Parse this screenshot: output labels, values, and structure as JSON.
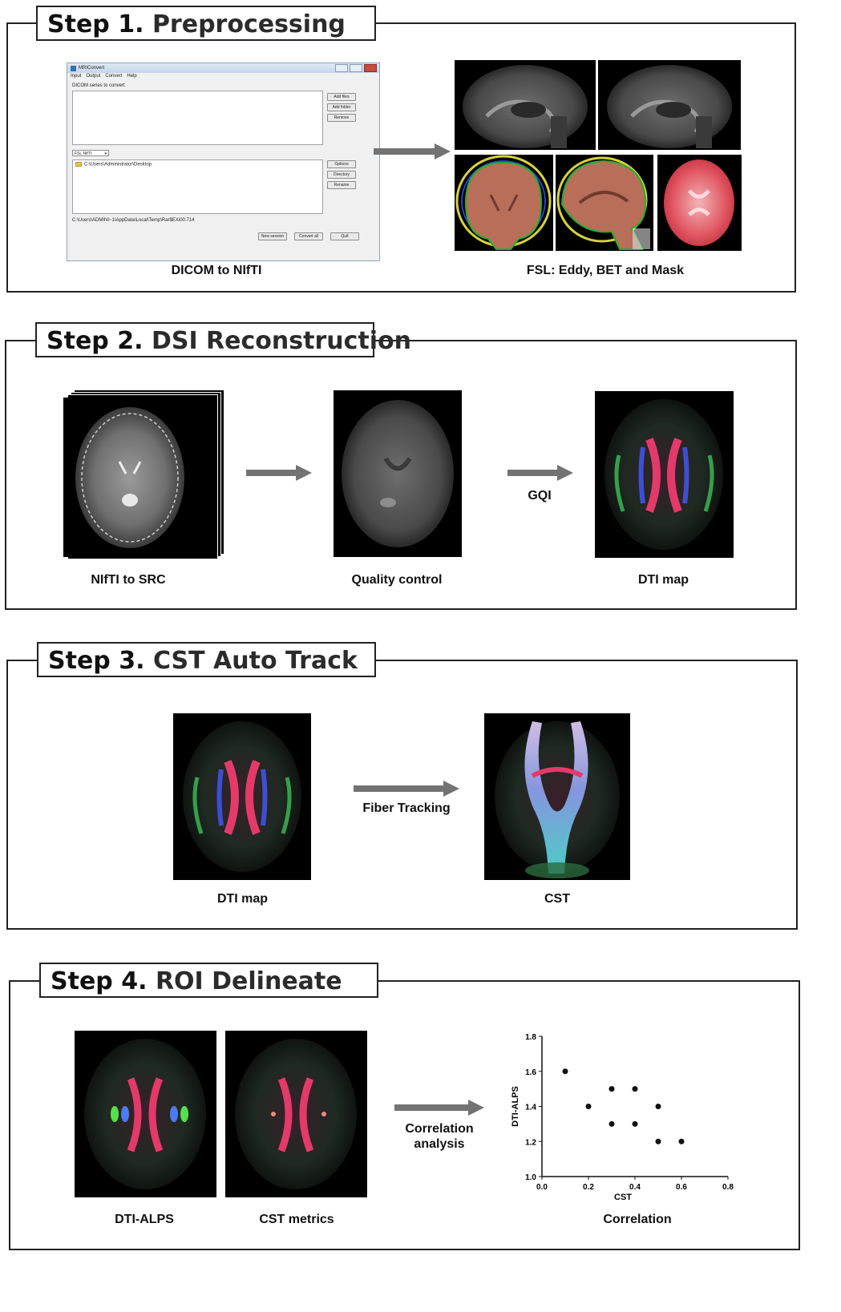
{
  "steps": [
    {
      "num": "Step 1.",
      "name": "Preprocessing"
    },
    {
      "num": "Step 2.",
      "name": "DSI Reconstruction"
    },
    {
      "num": "Step 3.",
      "name": "CST Auto Track"
    },
    {
      "num": "Step 4.",
      "name": "ROI Delineate"
    }
  ],
  "step1": {
    "caption_left": "DICOM to NIfTI",
    "caption_right": "FSL: Eddy, BET and Mask",
    "mriconvert": {
      "title": "MRIConvert",
      "menu": [
        "Input",
        "Output",
        "Convert",
        "Help"
      ],
      "series_label": "DICOM series to convert",
      "buttons_top": [
        "Add files",
        "Add folder",
        "Remove"
      ],
      "format": "FSL NIfTI",
      "output_dir": "C:\\Users\\Administrator\\Desktop",
      "buttons_mid": [
        "Options",
        "Directory",
        "Rename"
      ],
      "status_path": "C:\\Users\\ADMINI~1\\AppData\\Local\\Temp\\Rar$EXi00.714",
      "buttons_bottom": [
        "New session",
        "Convert all",
        "Quit"
      ]
    }
  },
  "step2": {
    "caption_1": "NIfTI to SRC",
    "caption_2": "Quality control",
    "caption_3": "DTI map",
    "arrow_label": "GQI"
  },
  "step3": {
    "caption_1": "DTI map",
    "caption_2": "CST",
    "arrow_label": "Fiber Tracking"
  },
  "step4": {
    "caption_1": "DTI-ALPS",
    "caption_2": "CST metrics",
    "caption_3": "Correlation",
    "arrow_label_1": "Correlation",
    "arrow_label_2": "analysis"
  },
  "colors": {
    "arrow": "#737373",
    "frame": "#222222"
  },
  "chart_data": {
    "type": "scatter",
    "xlabel": "CST",
    "ylabel": "DTI-ALPS",
    "xlim": [
      0.0,
      0.8
    ],
    "ylim": [
      1.0,
      1.8
    ],
    "xticks": [
      "0.0",
      "0.2",
      "0.4",
      "0.6",
      "0.8"
    ],
    "yticks": [
      "1.0",
      "1.2",
      "1.4",
      "1.6",
      "1.8"
    ],
    "points": [
      {
        "x": 0.1,
        "y": 1.6
      },
      {
        "x": 0.2,
        "y": 1.4
      },
      {
        "x": 0.3,
        "y": 1.5
      },
      {
        "x": 0.3,
        "y": 1.3
      },
      {
        "x": 0.4,
        "y": 1.5
      },
      {
        "x": 0.4,
        "y": 1.3
      },
      {
        "x": 0.5,
        "y": 1.4
      },
      {
        "x": 0.5,
        "y": 1.2
      },
      {
        "x": 0.6,
        "y": 1.2
      }
    ]
  }
}
